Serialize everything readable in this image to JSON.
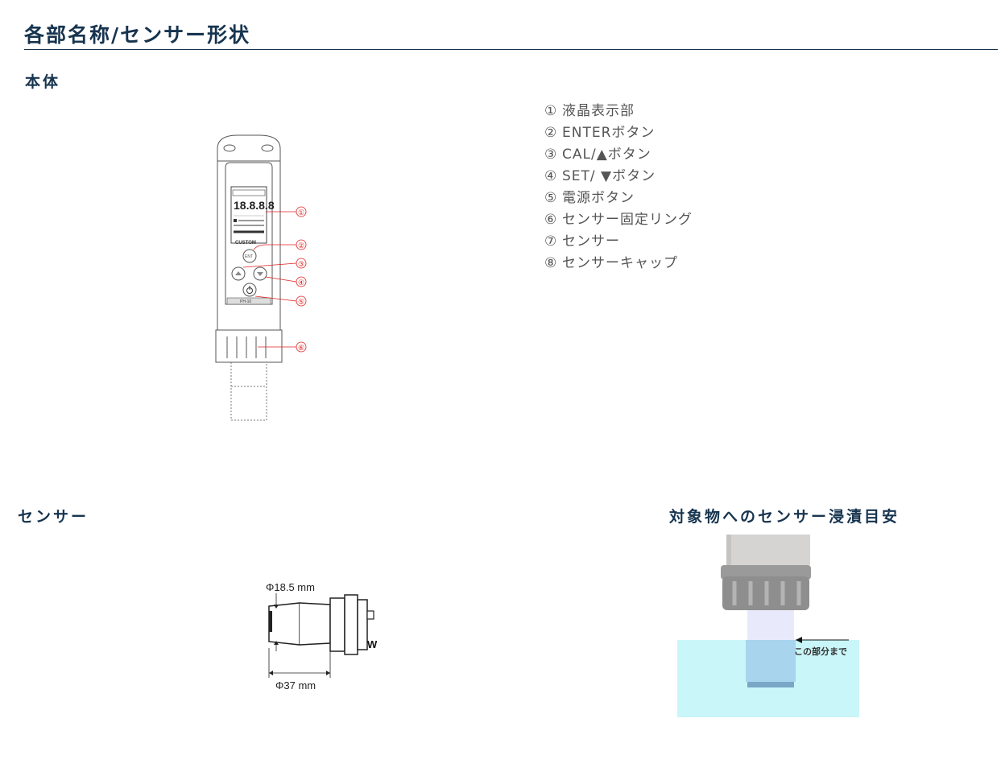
{
  "page": {
    "title": "各部名称/センサー形状"
  },
  "body_section": {
    "heading": "本体",
    "device": {
      "brand": "CUSTOM",
      "lcd_digits": "18.8.8.8",
      "button_label": "ENT",
      "model": "PH-10",
      "callout_numbers": [
        "①",
        "②",
        "③",
        "④",
        "⑤",
        "⑥"
      ]
    },
    "parts": [
      {
        "num": "①",
        "label": "液晶表示部"
      },
      {
        "num": "②",
        "label": "ENTERボタン"
      },
      {
        "num": "③",
        "label": "CAL/▲ボタン"
      },
      {
        "num": "④",
        "label": "SET/ ▼ボタン"
      },
      {
        "num": "⑤",
        "label": "電源ボタン"
      },
      {
        "num": "⑥",
        "label": "センサー固定リング"
      },
      {
        "num": "⑦",
        "label": "センサー"
      },
      {
        "num": "⑧",
        "label": "センサーキャップ"
      }
    ]
  },
  "sensor_section": {
    "heading": "センサー",
    "dim_inner": "Φ18.5 mm",
    "dim_outer": "Φ37 mm",
    "mark": "W"
  },
  "immersion_section": {
    "heading": "対象物へのセンサー浸漬目安",
    "pointer_label": "この部分まで"
  },
  "colors": {
    "heading": "#17344f",
    "callout": "#e02020",
    "water": "#c9f6f8",
    "sensor_blue": "#a8d4ee",
    "ring_gray": "#9a9a9a"
  }
}
